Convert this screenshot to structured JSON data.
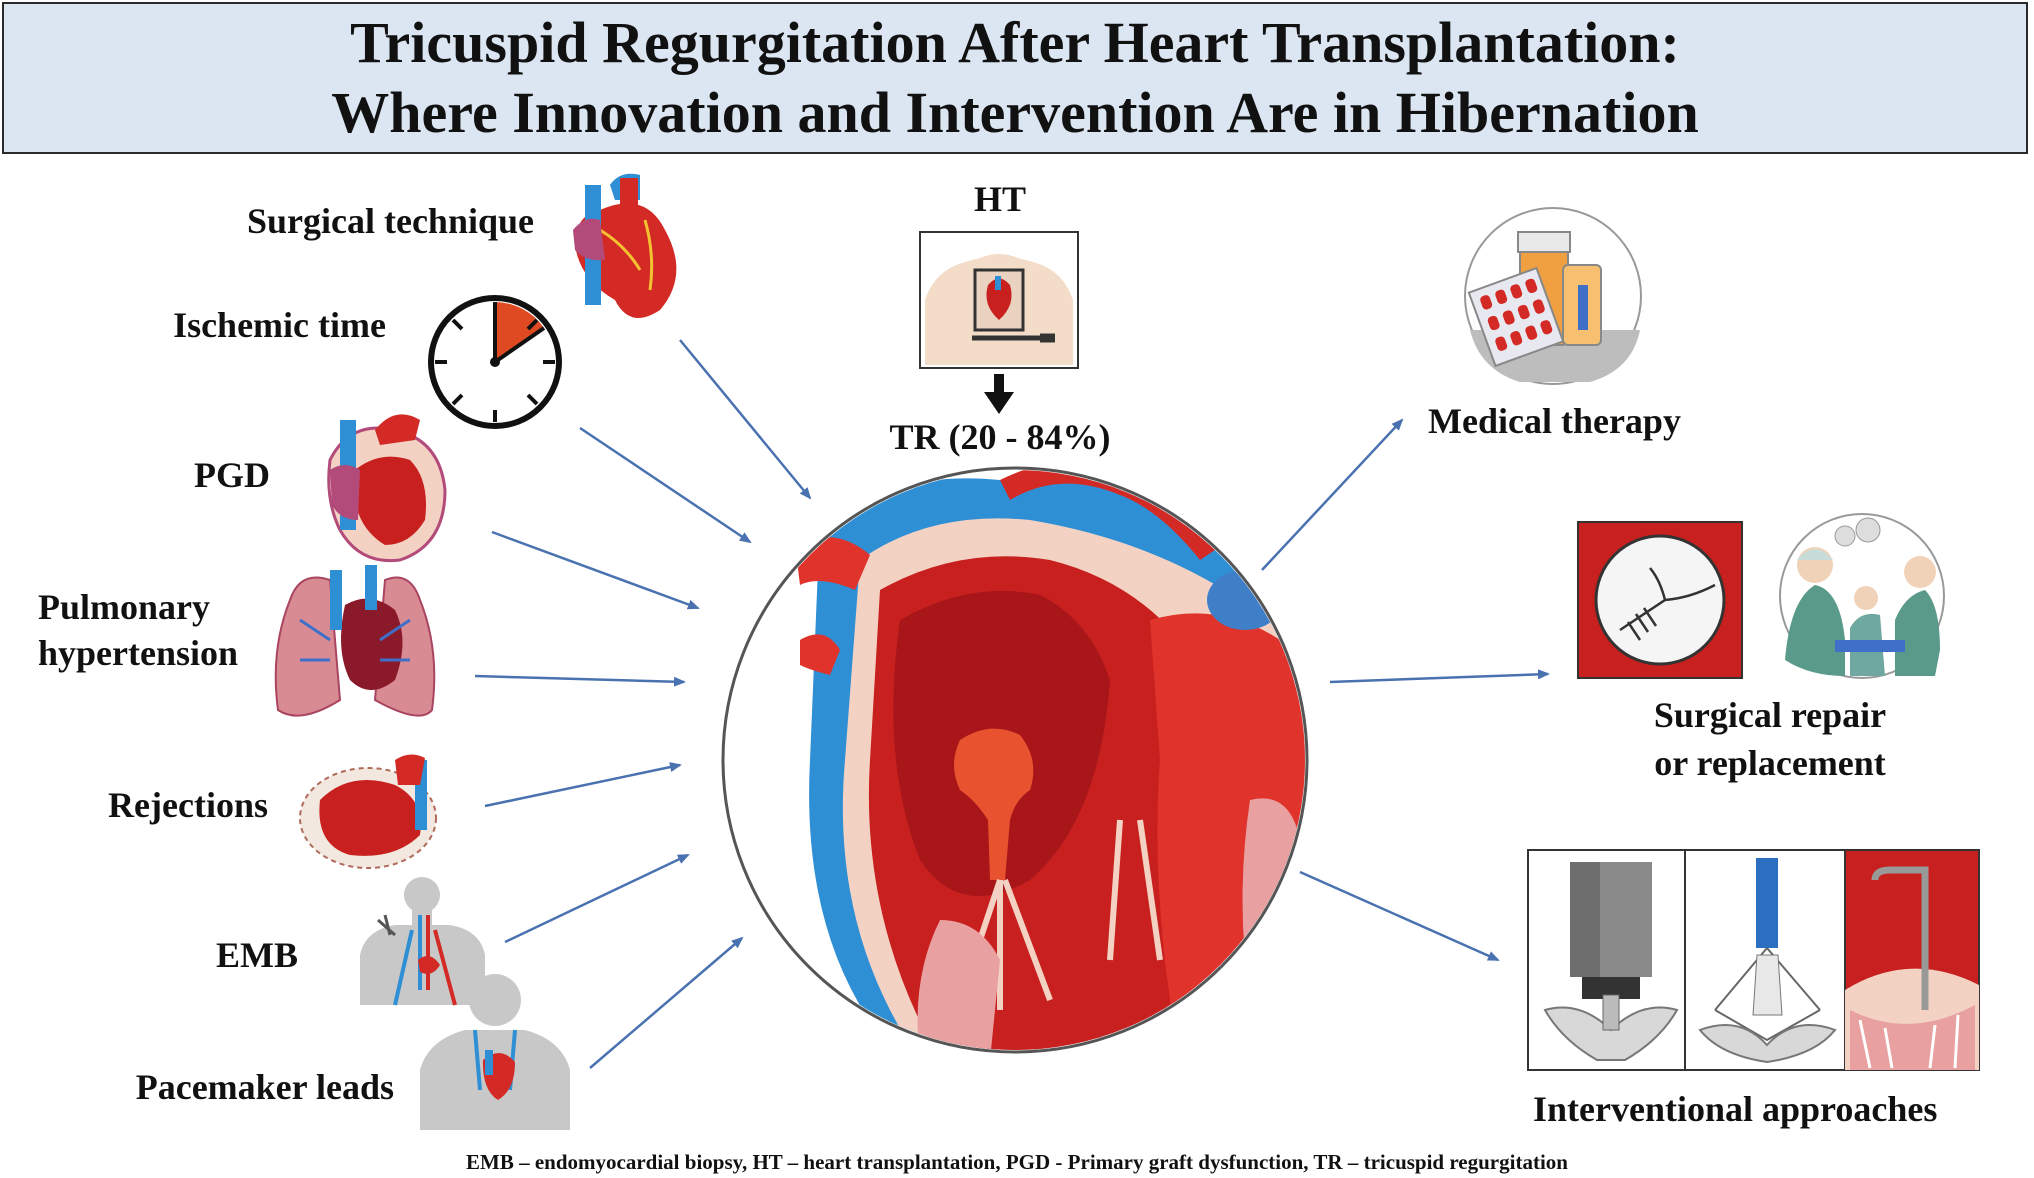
{
  "title": {
    "line1": "Tricuspid Regurgitation After Heart Transplantation:",
    "line2": "Where Innovation and Intervention Are in Hibernation"
  },
  "causes": {
    "surgical_technique": "Surgical technique",
    "ischemic_time": "Ischemic time",
    "pgd": "PGD",
    "pulmonary_hypertension_1": "Pulmonary",
    "pulmonary_hypertension_2": "hypertension",
    "rejections": "Rejections",
    "emb": "EMB",
    "pacemaker_leads": "Pacemaker leads"
  },
  "center": {
    "ht_label": "HT",
    "tr_label": "TR (20 - 84%)"
  },
  "treatments": {
    "medical_therapy": "Medical therapy",
    "surgical_1": "Surgical repair",
    "surgical_2": "or replacement",
    "interventional": "Interventional approaches"
  },
  "footnote": "EMB – endomyocardial biopsy, HT – heart transplantation, PGD - Primary  graft dysfunction, TR – tricuspid regurgitation",
  "colors": {
    "title_bg": "#dce6f2",
    "arrow": "#4a72b0",
    "heart_red": "#d42a25",
    "vessel_blue": "#2f8fd4"
  }
}
